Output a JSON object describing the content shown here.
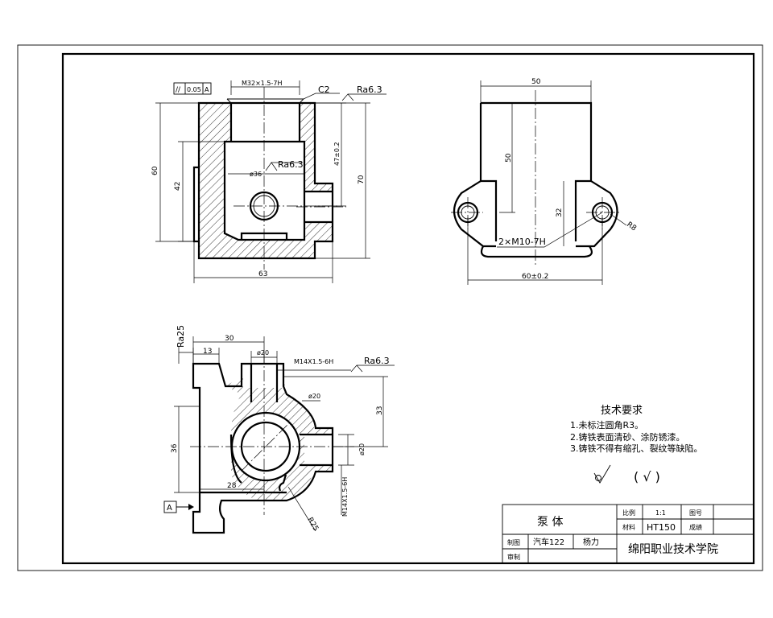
{
  "drawing": {
    "view1": {
      "tolerance_frame": "//|0.05|A",
      "tol_symbol": "//",
      "tol_value": "0.05",
      "tol_datum": "A",
      "thread_top": "M32×1.5-7H",
      "chamfer": "C2",
      "roughness_top": "Ra6.3",
      "roughness_bore": "Ra6.3",
      "dia_inner": "ø36",
      "dim_height_60": "60",
      "dim_height_42": "42",
      "dim_height_47": "47±0.2",
      "dim_height_70": "70",
      "dim_width_63": "63"
    },
    "view2": {
      "dim_width_50": "50",
      "dim_height_50": "50",
      "dim_32": "32",
      "radius_r8": "R8",
      "holes": "2×M10-7H",
      "dim_width_60": "60±0.2"
    },
    "view3": {
      "roughness_left": "Ra25",
      "dim_30": "30",
      "dim_13": "13",
      "dia_20_top": "ø20",
      "thread_top": "M14X1.5-6H",
      "roughness_top": "Ra6.3",
      "dia_20_mid": "ø20",
      "dim_33": "33",
      "dim_36": "36",
      "dia_20_right": "ø20",
      "dim_28": "28",
      "thread_side": "M14X1.5-6H",
      "radius_r25": "R25",
      "datum": "A"
    }
  },
  "requirements": {
    "title": "技术要求",
    "items": [
      "1.未标注圆角R3。",
      "2.铸铁表面清砂、涂防锈漆。",
      "3.铸铁不得有缩孔、裂纹等缺陷。"
    ],
    "rest_symbol": "(  √  )"
  },
  "title_block": {
    "part_name": "泵 体",
    "scale_label": "比例",
    "scale_value": "1:1",
    "drawing_no_label": "图号",
    "material_label": "材料",
    "material_value": "HT150",
    "grade_label": "成绩",
    "drawn_label": "制图",
    "class_value": "汽车122",
    "drawer_value": "杨力",
    "checked_label": "审制",
    "school": "绵阳职业技术学院"
  }
}
